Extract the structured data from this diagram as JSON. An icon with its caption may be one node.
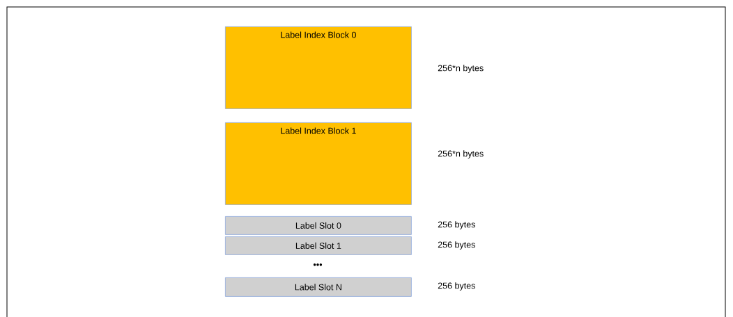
{
  "diagram": {
    "nodes": [
      {
        "text": [
          "Label Index Block 0"
        ],
        "beside": [
          "256*n bytes"
        ]
      },
      {
        "text": [
          "Label Index Block 1"
        ],
        "beside": [
          "256*n bytes"
        ]
      },
      {
        "text": [
          "Label Slot 0"
        ],
        "beside": [
          "256 bytes"
        ]
      },
      {
        "text": [
          "Label Slot 1"
        ],
        "beside": [
          "256 bytes"
        ]
      },
      {
        "text": [
          "Label Slot N"
        ],
        "beside": [
          "256 bytes"
        ]
      }
    ],
    "labels": [
      "•••"
    ]
  }
}
